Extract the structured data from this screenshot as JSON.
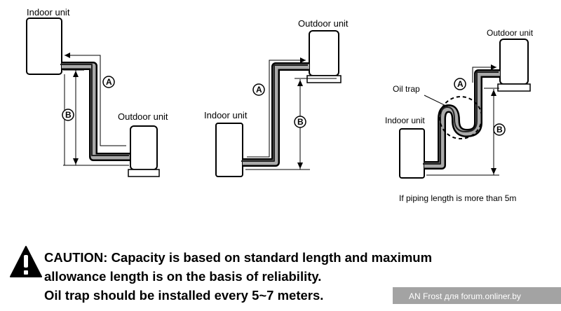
{
  "diagram1": {
    "indoor_label": "Indoor unit",
    "outdoor_label": "Outdoor unit",
    "marker_a": "A",
    "marker_b": "B"
  },
  "diagram2": {
    "indoor_label": "Indoor unit",
    "outdoor_label": "Outdoor unit",
    "marker_a": "A",
    "marker_b": "B"
  },
  "diagram3": {
    "indoor_label": "Indoor unit",
    "outdoor_label": "Outdoor unit",
    "oil_trap_label": "Oil trap",
    "marker_a": "A",
    "marker_b": "B",
    "note": "If piping length is more than 5m"
  },
  "caution": {
    "line1": "CAUTION: Capacity is based on standard length and maximum",
    "line2": "allowance length is on the basis of reliability.",
    "line3": "Oil trap should be installed every 5~7 meters."
  },
  "watermark": "AN Frost для forum.onliner.by"
}
